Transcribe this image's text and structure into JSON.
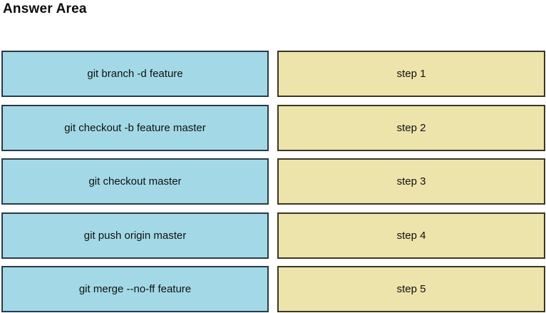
{
  "title": "Answer Area",
  "colors": {
    "command_fill": "#a3d9e6",
    "command_border": "#2b3a47",
    "step_fill": "#ece4ab",
    "step_border": "#3b3626"
  },
  "rows": [
    {
      "command": "git branch -d feature",
      "step": "step 1"
    },
    {
      "command": "git checkout -b feature master",
      "step": "step 2"
    },
    {
      "command": "git checkout master",
      "step": "step 3"
    },
    {
      "command": "git push origin master",
      "step": "step 4"
    },
    {
      "command": "git merge --no-ff feature",
      "step": "step 5"
    }
  ]
}
